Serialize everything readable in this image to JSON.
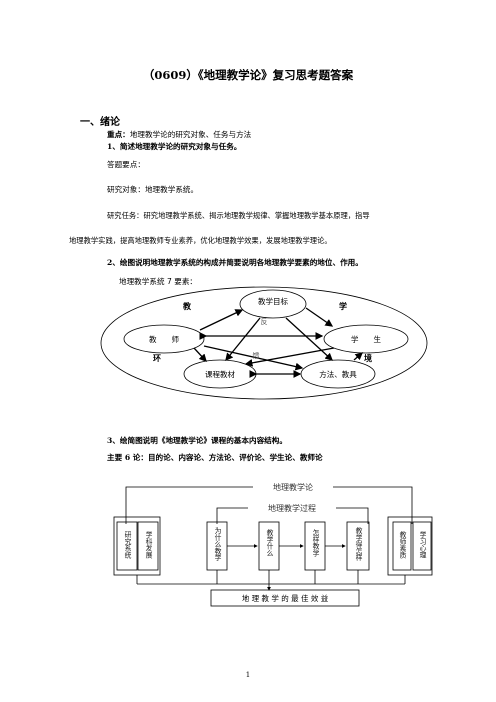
{
  "document": {
    "title": "（0609）《地理教学论》复习思考题答案",
    "section1": "一、绪论",
    "key_points_label": "重点：",
    "key_points_text": "地理教学论的研究对象、任务与方法",
    "q1": "1、简述地理教学论的研究对象与任务。",
    "answer_points": "答题要点：",
    "research_object": "研究对象：地理教学系统。",
    "research_task_line1": "研究任务：研究地理教学系统、揭示地理教学规律、掌握地理教学基本原理，指导",
    "research_task_line2": "地理教学实践，提高地理教师专业素养，优化地理教学效果，发展地理教学理论。",
    "q2": "2、绘图说明地理教学系统的构成并简要说明各地理教学要素的地位、作用。",
    "system_intro": "地理教学系统 7 要素：",
    "q3": "3、绘简图说明《地理教学论》课程的基本内容结构。",
    "q3_answer": "主要 6 论：目的论、内容论、方法论、评价论、学生论、教师论",
    "page_number": "1"
  },
  "diagram1": {
    "corner_teach": "教",
    "corner_learn": "学",
    "corner_env1": "环",
    "corner_env2": "境",
    "node_goal": "教学目标",
    "node_teacher": "教　　师",
    "node_student": "学　　生",
    "node_material": "课程教材",
    "node_method": "方法、教具",
    "label_feedback1": "反",
    "label_feedback2": "馈"
  },
  "diagram2": {
    "outer_label": "地理教学论",
    "inner_label": "地理教学过程",
    "box_research_system": "研究系统",
    "box_discipline": "学科发展",
    "box_why": "为什么教学",
    "box_what": "教学什么",
    "box_how": "怎样教学",
    "box_process": "教学得怎样",
    "box_teacher_quality": "教师素质",
    "box_psychology": "学习心理",
    "bottom_label": "地 理 教 学 的 最 佳 效 益"
  }
}
